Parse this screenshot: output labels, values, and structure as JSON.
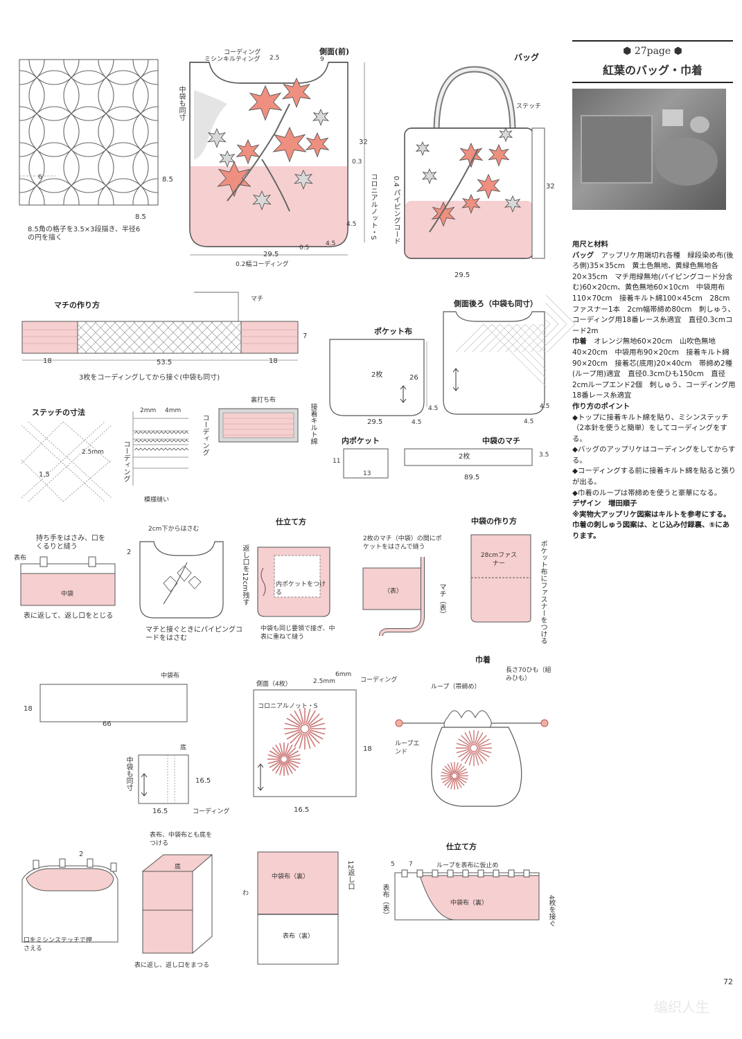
{
  "side_panel": {
    "page_ref": "27page",
    "title": "紅葉のバッグ・巾着",
    "materials_heading": "用尺と材料",
    "bag_label": "バッグ",
    "bag_text": "アップリケ用端切れ各種　緑段染め布(後ろ側)35×35cm　黄土色無地、黄緑色無地各20×35cm　マチ用緑無地(パイピングコード分含む)60×20cm、黄色無地60×10cm　中袋用布110×70cm　接着キルト綿100×45cm　28cmファスナー1本　2cm幅帯締め80cm　刺しゅう、コーディング用18番レース糸適宜　直径0.3cmコード2m",
    "kinchaku_label": "巾着",
    "kinchaku_text": "オレンジ無地60×20cm　山吹色無地40×20cm　中袋用布90×20cm　接着キルト綿90×20cm　接着芯(底用)20×40cm　帯締め2種(ループ用)適宜　直径0.3cmひも150cm　直径2cmループエンド2個　刺しゅう、コーディング用18番レース糸適宜",
    "points_heading": "作り方のポイント",
    "points": [
      "◆トップに接着キルト綿を貼り、ミシンステッチ（2本針を使うと簡単）をしてコーディングをする。",
      "◆バッグのアップリケはコーディングをしてからする。",
      "◆コーディングする前に接着キルト綿を貼ると張りが出る。",
      "◆巾着のループは帯締めを使うと豪華になる。"
    ],
    "design_label": "デザイン",
    "designer": "増田順子",
    "note": "※実物大アップリケ図案はキルトを参考にする。巾着の刺しゅう図案は、とじ込み付録裏、⑤にあります。"
  },
  "grid": {
    "dim_6": "6",
    "dim_85_right": "8.5",
    "dim_85_bottom": "8.5",
    "caption": "8.5角の格子を3.5×3段描き、半径6の円を描く"
  },
  "front": {
    "heading": "側面(前)",
    "coding": "コーディング",
    "machine_quilt": "ミシンキルティング",
    "inner_same": "中袋も同寸",
    "d9": "9",
    "d25": "2.5",
    "d32": "32",
    "d03": "0.3",
    "colonial": "コロニアルノット・S",
    "d45a": "4.5",
    "d05": "0.5",
    "d45b": "4.5",
    "d295": "29.5",
    "coding2": "0.2幅コーディング"
  },
  "bag": {
    "heading": "バッグ",
    "stitch": "ステッチ",
    "piping": "0.4 パイピングコード",
    "d32": "32",
    "d295": "29.5"
  },
  "gusset": {
    "heading": "マチの作り方",
    "machi": "マチ",
    "d7": "7",
    "d18a": "18",
    "d535": "53.5",
    "d18b": "18",
    "caption": "3枚をコーディングしてから接ぐ(中袋も同寸)"
  },
  "back": {
    "heading": "側面後ろ（中袋も同寸）",
    "d45a": "4.5",
    "d45b": "4.5"
  },
  "pocket": {
    "heading": "ポケット布",
    "count": "2枚",
    "d26": "26",
    "d45a": "4.5",
    "d295": "29.5",
    "d45b": "4.5"
  },
  "stitch": {
    "heading": "ステッチの寸法",
    "d25mm": "2.5mm",
    "d15": "1.5",
    "d2mm": "2mm",
    "d4mm": "4mm",
    "coding_a": "コーディング",
    "coding_b": "コーディング",
    "pattern": "模様縫い",
    "backing": "裏打ち布",
    "batting": "接着キルト綿"
  },
  "inner_pocket": {
    "heading": "内ポケット",
    "d11": "11",
    "d13": "13"
  },
  "inner_gusset": {
    "heading": "中袋のマチ",
    "count": "2枚",
    "d35": "3.5",
    "d895": "89.5"
  },
  "steps": {
    "s1_note": "持ち手をはさみ、口をくるりと縫う",
    "s1_omote": "表布",
    "s1_inner": "中袋",
    "s1_caption": "表に返して、返し口をとじる",
    "s2_note": "2cm下からはさむ",
    "s2_num": "2",
    "s2_caption": "マチと接ぐときにパイピングコードをはさむ",
    "finish_heading": "仕立て方",
    "s3_opening": "返し口を12cm残す",
    "s3_pocket": "内ポケットをつける",
    "s3_caption": "中袋も同じ要領で接ぎ、中表に重ねて縫う",
    "s4_note": "2枚のマチ（中袋）の間にポケットをはさんで縫う",
    "s4_omote": "（表）",
    "s4_machi": "マチ（表）",
    "inner_heading": "中袋の作り方",
    "zip": "28cmファスナー",
    "zip_note": "ポケット布にファスナーをつける"
  },
  "kinchaku": {
    "heading": "巾着",
    "inner_fabric": "中袋布",
    "d18": "18",
    "d66": "66",
    "side_label": "側面（4枚）",
    "d25mm": "2.5mm",
    "d6mm": "6mm",
    "coding": "コーディング",
    "colonial": "コロニアルノット・S",
    "d18b": "18",
    "d165": "16.5",
    "loop": "ループ（帯締め）",
    "cord": "長さ70ひも（組みひも）",
    "loop_end": "ループエンド",
    "bottom": "底",
    "inner_same": "中袋も同寸",
    "d165a": "16.5",
    "d165b": "16.5",
    "coding2": "コーディング"
  },
  "bottom_steps": {
    "b1_num": "2",
    "b1_caption": "口をミシンステッチで押さえる",
    "b2_note": "表布、中袋布とも底をつける",
    "b2_bottom": "底",
    "b2_caption": "表に返し、返し口をまつる",
    "b3_inner": "中袋布（裏）",
    "b3_outer": "表布（裏）",
    "b3_wa": "わ",
    "b3_opening": "12返し口",
    "finish_heading": "仕立て方",
    "d5": "5",
    "d7": "7",
    "loop_note": "ループを表布に仮止め",
    "omote": "表布（表）",
    "inner": "中袋布（裏）",
    "four": "4枚を接ぐ"
  },
  "page_number": "72",
  "watermark": "编织人生"
}
